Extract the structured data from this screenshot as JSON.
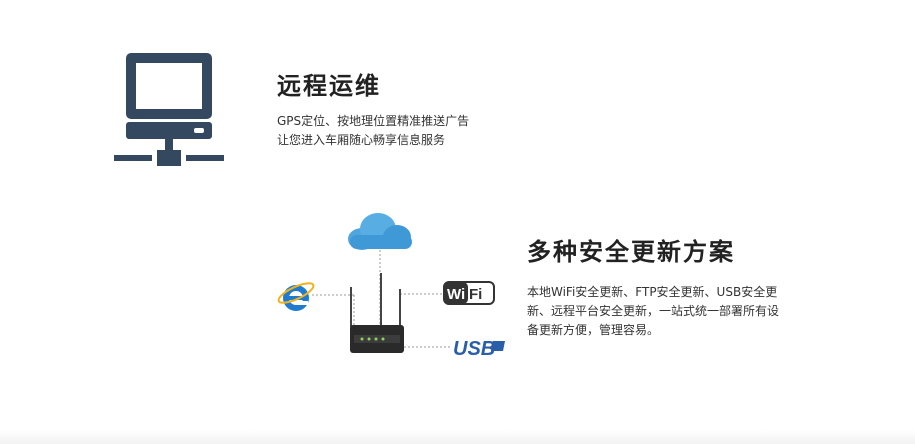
{
  "section1": {
    "title": "远程运维",
    "lines": [
      "GPS定位、按地理位置精准推送广告",
      "让您进入车厢随心畅享信息服务"
    ],
    "icon": "computer-network-icon"
  },
  "section2": {
    "title": "多种安全更新方案",
    "lines": [
      "本地WiFi安全更新、FTP安全更新、USB安全更",
      "新、远程平台安全更新，一站式统一部署所有设",
      "备更新方便，管理容易。"
    ],
    "diagram": {
      "wifi_text": "WiFi",
      "usb_text": "USB",
      "icons": [
        "cloud-icon",
        "ie-browser-icon",
        "wifi-logo-icon",
        "usb-logo-icon",
        "router-icon"
      ]
    }
  },
  "colors": {
    "icon_navy": "#34485f",
    "cloud_blue": "#3f99d6",
    "ie_blue": "#1e7bd0",
    "usb_blue": "#2b5ea8"
  }
}
